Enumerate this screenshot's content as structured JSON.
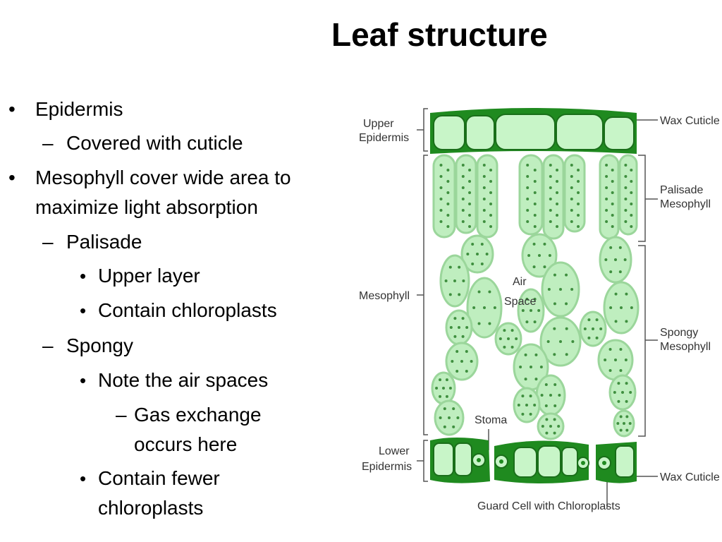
{
  "slide": {
    "title": "Leaf structure",
    "bullets": [
      {
        "level": 1,
        "marker": "•",
        "lines": [
          "Epidermis"
        ]
      },
      {
        "level": 2,
        "marker": "–",
        "lines": [
          "Covered with cuticle"
        ]
      },
      {
        "level": 1,
        "marker": "•",
        "lines": [
          "Mesophyll cover wide area to",
          "maximize light absorption"
        ]
      },
      {
        "level": 2,
        "marker": "–",
        "lines": [
          "Palisade"
        ]
      },
      {
        "level": 3,
        "marker": "•",
        "lines": [
          "Upper layer"
        ]
      },
      {
        "level": 3,
        "marker": "•",
        "lines": [
          "Contain chloroplasts"
        ]
      },
      {
        "level": 2,
        "marker": "–",
        "lines": [
          "Spongy"
        ]
      },
      {
        "level": 3,
        "marker": "•",
        "lines": [
          "Note the air spaces"
        ]
      },
      {
        "level": 4,
        "marker": "–",
        "lines": [
          "Gas exchange",
          "occurs here"
        ]
      },
      {
        "level": 3,
        "marker": "•",
        "lines": [
          "Contain fewer",
          "chloroplasts"
        ]
      }
    ]
  },
  "diagram": {
    "labels": {
      "upper_epidermis": [
        "Upper",
        "Epidermis"
      ],
      "wax_cuticle_top": "Wax Cuticle",
      "palisade_mesophyll": [
        "Palisade",
        "Mesophyll"
      ],
      "mesophyll": "Mesophyll",
      "air_space": [
        "Air",
        "Space"
      ],
      "spongy_mesophyll": [
        "Spongy",
        "Mesophyll"
      ],
      "stoma": "Stoma",
      "lower_epidermis": [
        "Lower",
        "Epidermis"
      ],
      "wax_cuticle_bottom": "Wax Cuticle",
      "guard_cell": "Guard Cell with Chloroplasts"
    },
    "colors": {
      "cuticle": "#1f8a1f",
      "epidermis_fill": "#c8f5c8",
      "cell_fill": "#bfeebf",
      "cell_stroke": "#9bd69b",
      "chloroplast": "#3f8f3f",
      "bracket": "#555555"
    }
  }
}
